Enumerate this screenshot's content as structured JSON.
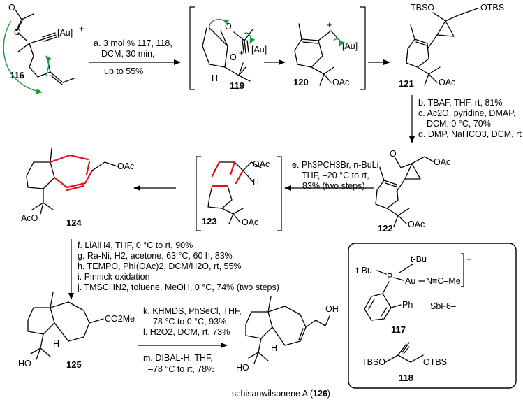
{
  "compounds": {
    "c116": "116",
    "c119": "119",
    "c120": "120",
    "c121": "121",
    "c122": "122",
    "c123": "123",
    "c124": "124",
    "c125": "125",
    "c117": "117",
    "c118": "118",
    "c126_name": "schisanwilsonene A (",
    "c126_num": "126",
    "c126_close": ")"
  },
  "atoms": {
    "au_plus": "[Au]",
    "au_plus_charge": "+",
    "au": "[Au]",
    "plus": "+",
    "o": "O",
    "h": "H",
    "oac": "OAc",
    "aco": "AcO",
    "ho": "HO",
    "tbso": "TBSO",
    "otbs": "OTBS",
    "co2me": "CO2Me",
    "oh": "OH",
    "tbu": "t-Bu",
    "au_n": "Au",
    "nc_me": "N≡C–Me",
    "ph": "Ph",
    "sbf6": "SbF6–",
    "p": "P"
  },
  "conditions": {
    "step_a_line1": "a. 3 mol % 117, 118,",
    "step_a_line2": "DCM, 30 min,",
    "step_a_line3": "up to 55%",
    "step_b": "b. TBAF, THF, rt, 81%",
    "step_c1": "c. Ac2O, pyridine, DMAP,",
    "step_c2": "DCM, 0 °C, 70%",
    "step_d": "d. DMP, NaHCO3, DCM, rt",
    "step_e1": "e. Ph3PCH3Br, n-BuLi,",
    "step_e2": "THF, –20 °C to rt,",
    "step_e3": "83% (two steps)",
    "step_f": "f. LiAlH4, THF, 0 °C to rt, 90%",
    "step_g": "g. Ra-Ni, H2, acetone, 63 °C, 60 h, 83%",
    "step_h": "h. TEMPO, PhI(OAc)2, DCM/H2O, rt, 55%",
    "step_i": "i. Pinnick oxidation",
    "step_j": "j. TMSCHN2, toluene, MeOH, 0 °C, 74% (two steps)",
    "step_k1": "k. KHMDS, PhSeCl, THF,",
    "step_k2": "–78 °C to 0 °C, 93%",
    "step_l": "l. H2O2, DCM, rt, 73%",
    "step_m1": "m. DIBAL-H, THF,",
    "step_m2": "–78 °C to rt, 78%"
  }
}
